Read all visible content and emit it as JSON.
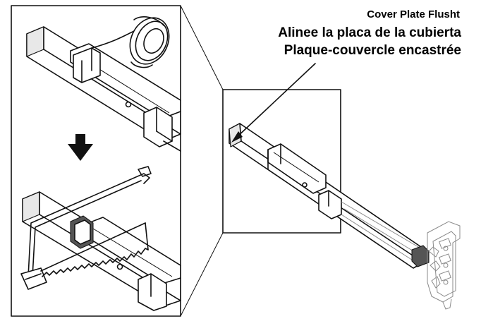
{
  "callout": {
    "label_en": "Cover Plate Flusht",
    "label_es": "Alinee la placa de la cubierta",
    "label_fr": "Plaque-couvercle encastrée"
  },
  "icons": {
    "step_arrow": "down-arrow-icon",
    "tape": "tape-roll-icon",
    "saw": "hacksaw-icon"
  },
  "colors": {
    "line": "#111111",
    "background": "#ffffff"
  }
}
